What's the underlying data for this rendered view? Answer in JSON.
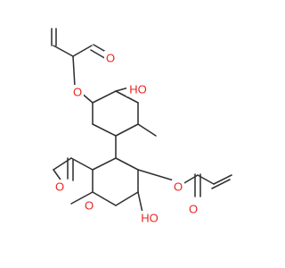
{
  "structure": {
    "colors": {
      "bond": "#303030",
      "oxygen": "#e8251f"
    },
    "labels": {
      "hydroxyl_top": "HO",
      "ester_o_top": "O",
      "carbonyl_o_top": "O",
      "ester_o_left": "O",
      "carbonyl_o_left": "O",
      "ester_o_right": "O",
      "carbonyl_o_right": "O",
      "hydroxyl_bottom": "HO"
    }
  }
}
